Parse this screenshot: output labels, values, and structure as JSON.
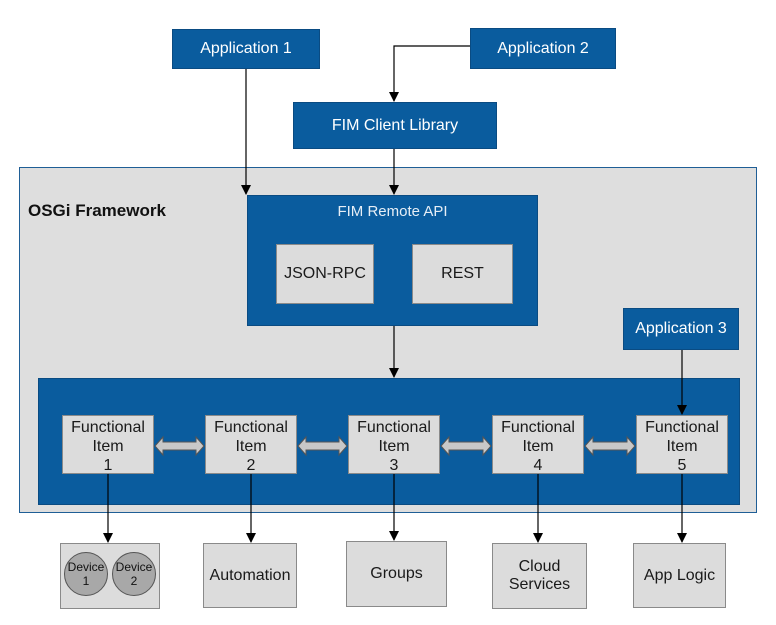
{
  "apps": {
    "app1": "Application 1",
    "app2": "Application 2",
    "app3": "Application 3",
    "client_library": "FIM Client Library"
  },
  "framework": {
    "label": "OSGi Framework",
    "remote_api": {
      "title": "FIM Remote API",
      "json_rpc": "JSON-RPC",
      "rest": "REST"
    }
  },
  "functional_items": [
    {
      "line1": "Functional",
      "line2": "Item",
      "line3": "1"
    },
    {
      "line1": "Functional",
      "line2": "Item",
      "line3": "2"
    },
    {
      "line1": "Functional",
      "line2": "Item",
      "line3": "3"
    },
    {
      "line1": "Functional",
      "line2": "Item",
      "line3": "4"
    },
    {
      "line1": "Functional",
      "line2": "Item",
      "line3": "5"
    }
  ],
  "outputs": {
    "device1": {
      "line1": "Device",
      "line2": "1"
    },
    "device2": {
      "line1": "Device",
      "line2": "2"
    },
    "automation": "Automation",
    "groups": "Groups",
    "cloud_line1": "Cloud",
    "cloud_line2": "Services",
    "app_logic": "App Logic"
  },
  "colors": {
    "blue": "#0a5c9e",
    "grey_box": "#dcdcdc",
    "framework_bg": "#dedede",
    "device": "#a8a8a8"
  }
}
